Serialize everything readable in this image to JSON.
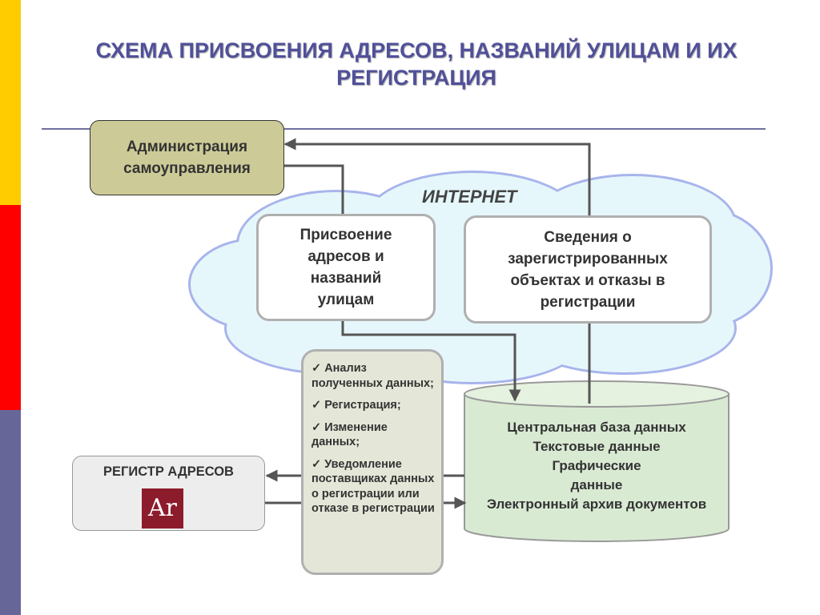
{
  "title": {
    "line1": "СХЕМА ПРИСВОЕНИЯ АДРЕСОВ, НАЗВАНИЙ УЛИЦАМ И ИХ",
    "line2": "РЕГИСТРАЦИЯ"
  },
  "colors": {
    "stripe_yellow": "#ffcc00",
    "stripe_red": "#ff0000",
    "stripe_blue": "#666699",
    "title": "#50509a",
    "admin_fill": "#cccb97",
    "cloud_fill": "#e6f7fb",
    "cloud_stroke": "#a8b4ec",
    "db_fill": "#d9ead3",
    "tasks_fill": "#e4e7d8",
    "logo": "#8c1c2c"
  },
  "admin": {
    "line1": "Администрация",
    "line2": "самоуправления"
  },
  "internet": {
    "label": "ИНТЕРНЕТ"
  },
  "assign": {
    "line1": "Присвоение",
    "line2": "адресов и",
    "line3": "названий",
    "line4": "улицам"
  },
  "info": {
    "line1": "Сведения о",
    "line2": "зарегистрированных",
    "line3": "объектах и отказы в",
    "line4": "регистрации"
  },
  "tasks": {
    "check": "✓",
    "items": [
      "Анализ полученных данных;",
      "Регистрация;",
      "Изменение данных;",
      "Уведомление поставщиках данных о регистрации или отказе в регистрации"
    ]
  },
  "register": {
    "title": "РЕГИСТР АДРЕСОВ",
    "logo_text": "Ar"
  },
  "database": {
    "lines": [
      "Центральная база данных",
      "Текстовые данные",
      "Графические",
      "данные",
      "Электронный архив документов"
    ]
  }
}
